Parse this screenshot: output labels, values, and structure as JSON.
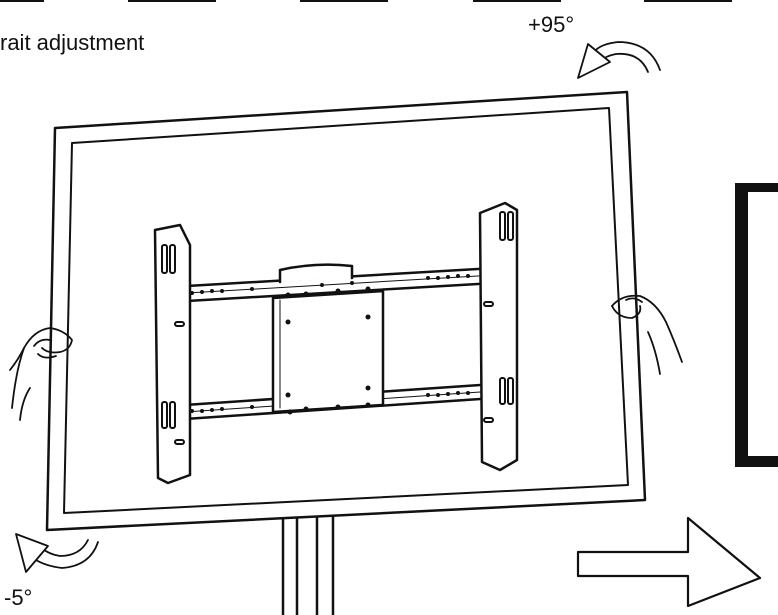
{
  "caption": "rait adjustment",
  "angle_plus": "+95°",
  "angle_minus": "-5°",
  "colors": {
    "line": "#111111",
    "background": "#ffffff"
  },
  "icons": [
    "rotate-ccw-arrow-icon",
    "hand-icon",
    "right-arrow-icon"
  ]
}
